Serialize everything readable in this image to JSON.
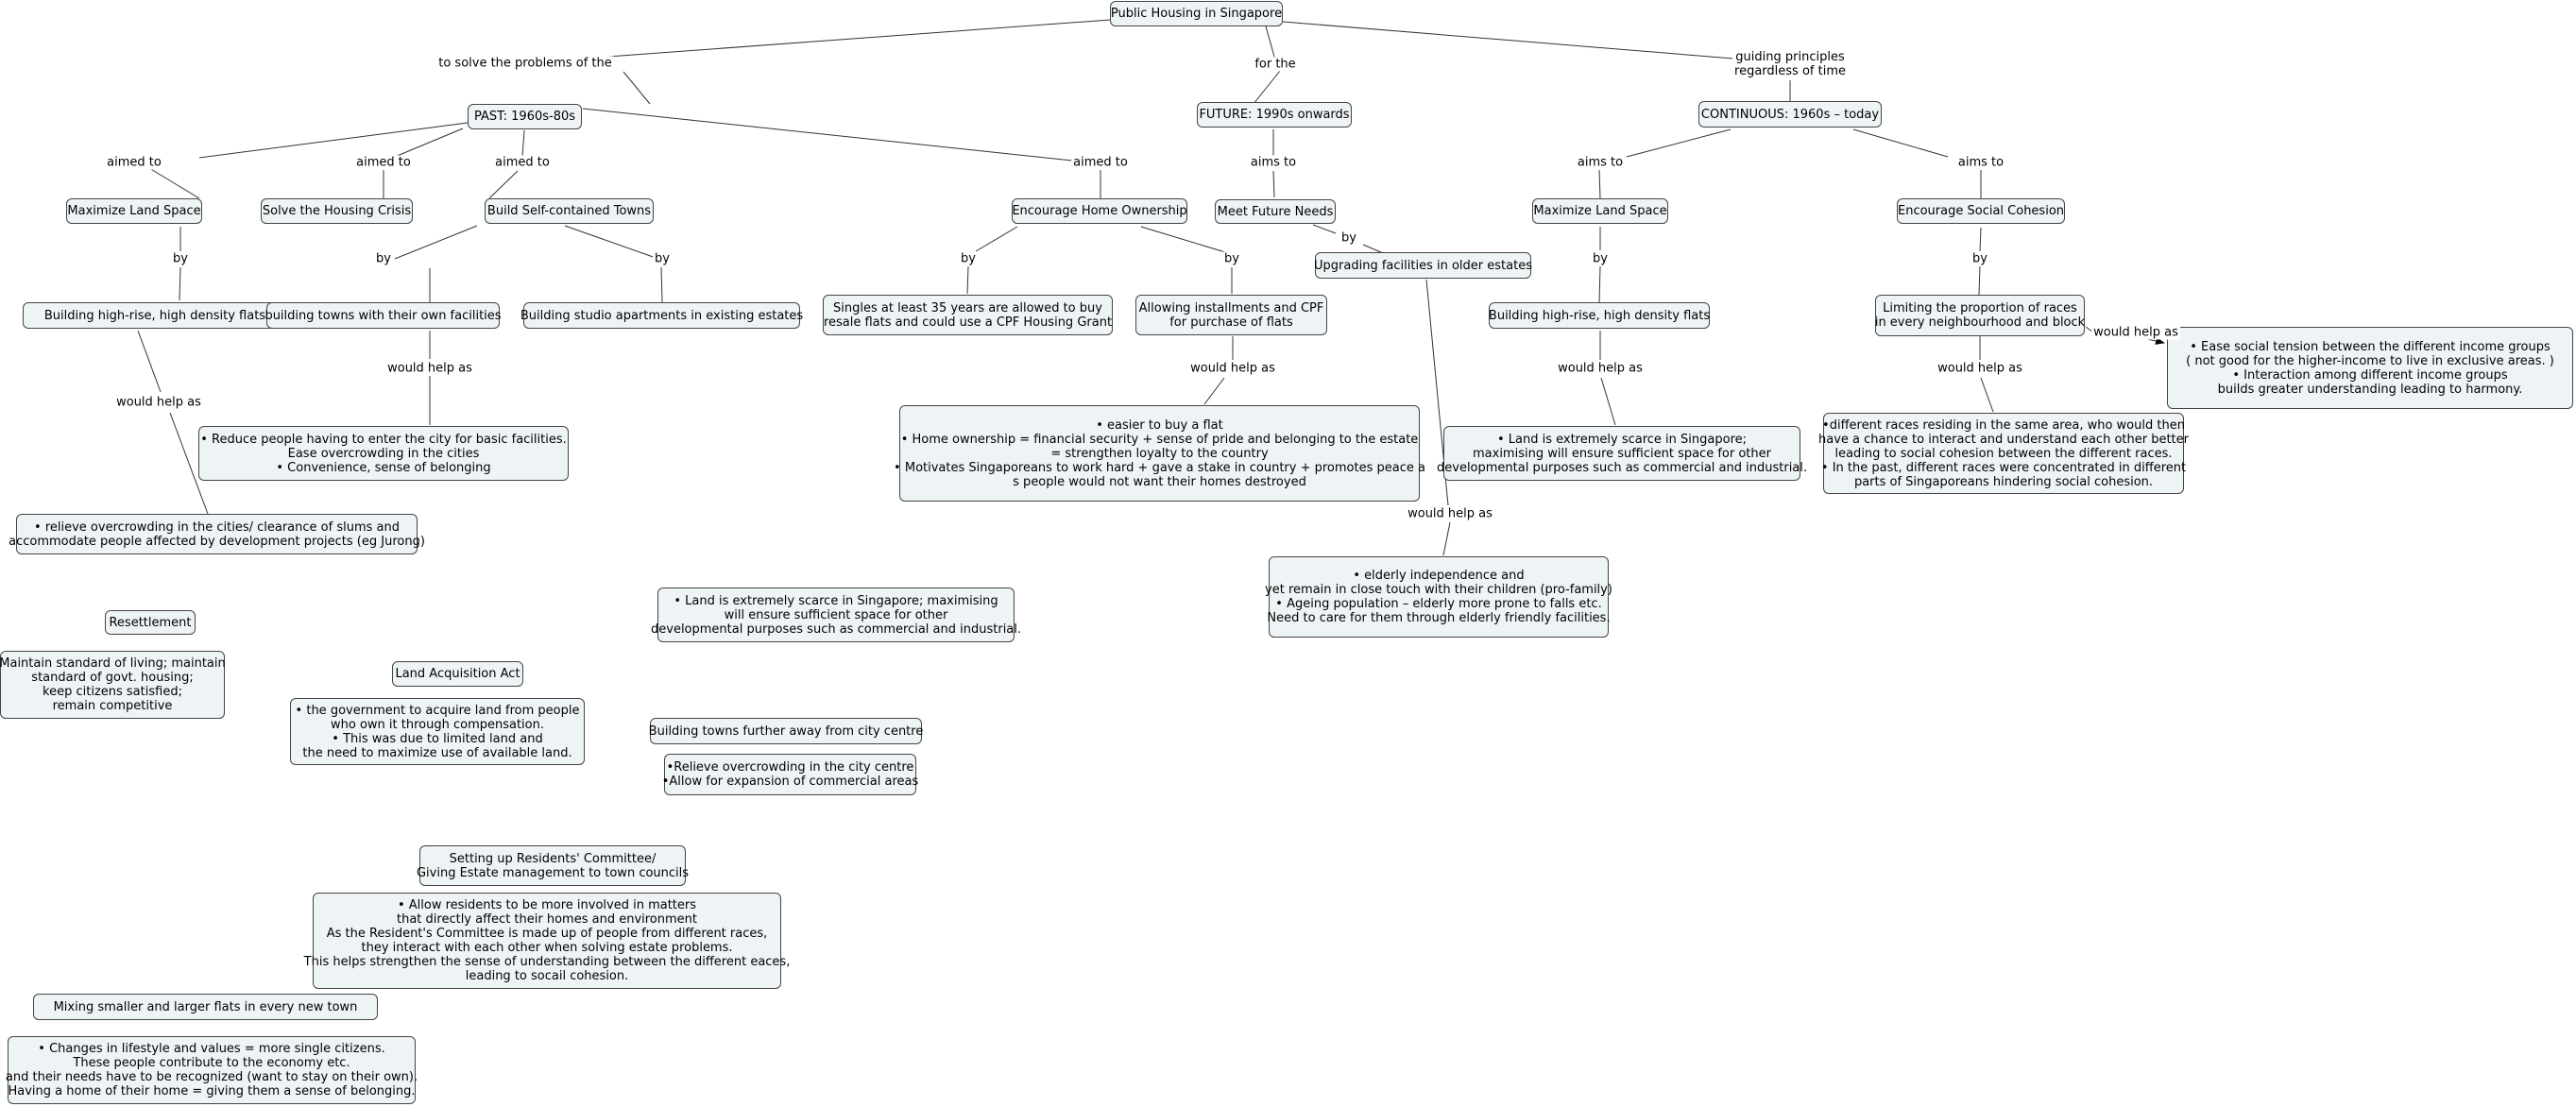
{
  "concepts": {
    "root": [
      "Public Housing in Singapore"
    ],
    "past": [
      "PAST: 1960s-80s"
    ],
    "future": [
      "FUTURE: 1990s onwards"
    ],
    "continuous": [
      "CONTINUOUS: 1960s – today"
    ],
    "past_max_land": [
      "Maximize Land Space"
    ],
    "past_housing_crisis": [
      "Solve the Housing Crisis"
    ],
    "past_self_contained": [
      "Build Self-contained Towns"
    ],
    "past_home_ownership": [
      "Encourage Home Ownership"
    ],
    "future_needs": [
      "Meet Future Needs"
    ],
    "cont_max_land": [
      "Maximize Land Space"
    ],
    "cont_social": [
      "Encourage Social Cohesion"
    ],
    "upgrading": [
      "Upgrading facilities in older estates"
    ],
    "past_highrise": [
      "Building high-rise, high density flats"
    ],
    "towns_own_facilities": [
      "building towns with their own facilities"
    ],
    "studio_apts": [
      "Building studio apartments in existing estates"
    ],
    "singles": [
      "Singles at least 35 years are allowed to buy",
      "resale flats and could use a CPF Housing Grant"
    ],
    "installments": [
      "Allowing installments and CPF",
      "for purchase of flats"
    ],
    "cont_highrise": [
      "Building high-rise, high density flats"
    ],
    "limiting_races": [
      "Limiting the proportion of races",
      "in every neighbourhood and block"
    ],
    "ease_tension": [
      "•     Ease social tension between the different income groups",
      "( not good for the higher-income to live in exclusive areas. )",
      "•     Interaction among different income groups",
      "builds greater understanding leading to harmony."
    ],
    "reduce_travel": [
      "•     Reduce people having to enter the city for basic facilities.",
      "Ease overcrowding in the cities",
      "•     Convenience, sense of belonging"
    ],
    "easier_buy": [
      "•     easier to buy a flat",
      "•     Home ownership = financial security + sense of pride and belonging to the estate",
      "= strengthen loyalty to the country",
      "•     Motivates Singaporeans to work hard + gave a stake in country + promotes peace a",
      "s people would not want their homes destroyed"
    ],
    "land_scarce_cont": [
      "•     Land is extremely scarce in Singapore;",
      "maximising will ensure sufficient space  for other",
      "developmental purposes such as commercial and industrial."
    ],
    "different_races": [
      "•different races residing in the same area, who would then",
      "have a chance to interact and understand each other better",
      "leading to social cohesion between the different races.",
      "• In the past, different races were concentrated in different",
      "parts of Singaporeans hindering social cohesion."
    ],
    "relieve_overcrowding": [
      "• relieve overcrowding in the cities/ clearance of slums and",
      "accommodate people affected by development projects (eg Jurong)"
    ],
    "elderly": [
      "•     elderly independence and",
      "yet remain in close touch with their children (pro-family)",
      "•     Ageing population – elderly more prone to falls etc.",
      "Need to care for them through elderly friendly facilities."
    ],
    "resettlement": [
      "Resettlement"
    ],
    "maintain_standard": [
      "Maintain standard of living; maintain",
      "standard of govt. housing;",
      "keep citizens satisfied;",
      "remain competitive"
    ],
    "land_acq_act": [
      "Land Acquisition Act"
    ],
    "govt_acquire": [
      "•     the government to acquire land from people",
      "who own it through compensation.",
      "•     This was due to limited land and",
      "the need to maximize use of available land."
    ],
    "land_scarce_free": [
      "•     Land is extremely scarce in Singapore; maximising",
      "will ensure sufficient space  for other",
      "developmental purposes such as commercial and industrial."
    ],
    "towns_further": [
      "Building towns further away from city centre"
    ],
    "relieve_city": [
      "•Relieve overcrowding in the city centre",
      "•Allow for expansion of commercial areas"
    ],
    "residents_committee": [
      "Setting up Residents' Committee/",
      "Giving Estate management to town councils"
    ],
    "allow_residents": [
      "•     Allow residents to be more involved in matters",
      "that directly affect their homes and environment",
      "As the Resident's Committee is made up of people from different races,",
      "they interact with each other when solving estate problems.",
      "This helps strengthen the sense of understanding between the different eaces,",
      "leading to socail cohesion."
    ],
    "mixing_flats": [
      "Mixing smaller and larger flats in every new town"
    ],
    "lifestyle_changes": [
      "•     Changes in lifestyle and values = more single citizens.",
      "These people contribute to the economy etc.",
      "and their needs have to be recognized (want to stay on their own).",
      "Having a home of their home = giving them a sense of belonging."
    ]
  },
  "linking_phrases": {
    "solve_problems": [
      "to solve the problems of the"
    ],
    "for_the": [
      "for the"
    ],
    "guiding": [
      "guiding principles",
      "regardless of time"
    ],
    "aimed_1": [
      "aimed to"
    ],
    "aimed_2": [
      "aimed to"
    ],
    "aimed_3": [
      "aimed to"
    ],
    "aimed_4": [
      "aimed to"
    ],
    "aims_future": [
      "aims to"
    ],
    "aims_cont_1": [
      "aims to"
    ],
    "aims_cont_2": [
      "aims to"
    ],
    "by_1": [
      "by"
    ],
    "by_2": [
      "by"
    ],
    "by_3": [
      "by"
    ],
    "by_4": [
      "by"
    ],
    "by_5": [
      "by"
    ],
    "by_6": [
      "by"
    ],
    "by_7": [
      "by"
    ],
    "by_8": [
      "by"
    ],
    "help_1": [
      "would help as"
    ],
    "help_2": [
      "would help as"
    ],
    "help_3": [
      "would help as"
    ],
    "help_4": [
      "would help as"
    ],
    "help_5": [
      "would help as"
    ],
    "help_6": [
      "would help as"
    ],
    "help_7": [
      "would help as"
    ]
  }
}
